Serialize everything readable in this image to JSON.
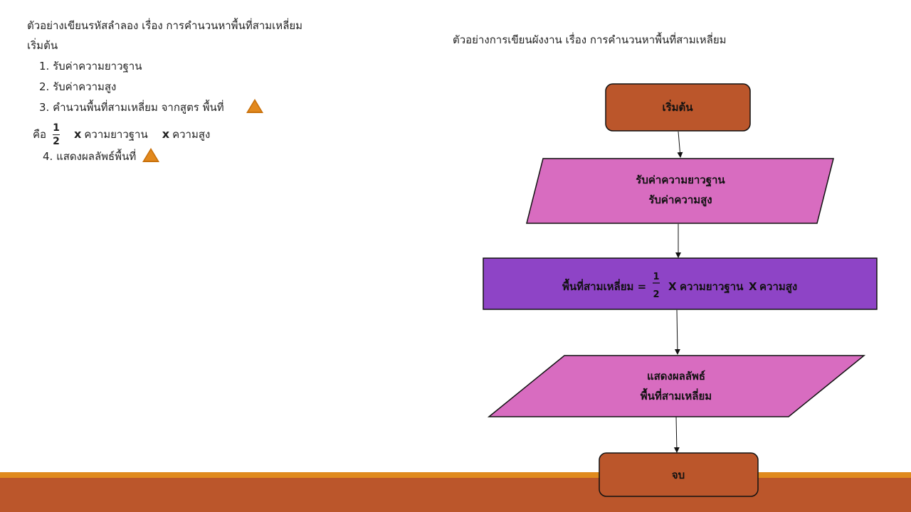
{
  "pseudocode": {
    "title": "ตัวอย่างเขียนรหัสลำลอง เรื่อง การคำนวนหาพื้นที่สามเหลี่ยม",
    "start": "เริ่มต้น",
    "step1": "1. รับค่าความยาวฐาน",
    "step2": "2. รับค่าความสูง",
    "step3": "3. คำนวนพื้นที่สามเหลี่ยม จากสูตร พื้นที่",
    "formula_prefix": "คือ",
    "frac_num": "1",
    "frac_den": "2",
    "times": "x",
    "base": "ความยาวฐาน",
    "height": "ความสูง",
    "step4": "4. แสดงผลลัพธ์พื้นที่"
  },
  "flowchart": {
    "title": "ตัวอย่างการเขียนผังงาน เรื่อง การคำนวนหาพื้นที่สามเหลี่ยม",
    "start_label": "เริ่มต้น",
    "input_line1": "รับค่าความยาวฐาน",
    "input_line2": "รับค่าความสูง",
    "process_prefix": "พื้นที่สามเหลี่ยม =",
    "process_num": "1",
    "process_den": "2",
    "process_x": "X",
    "process_base": "ความยาวฐาน",
    "process_height": "ความสูง",
    "output_line1": "แสดงผลลัพธ์",
    "output_line2": "พื้นที่สามเหลี่ยม",
    "end_label": "จบ"
  },
  "colors": {
    "terminal": "#bb562b",
    "io": "#d86cc0",
    "process": "#8e44c6",
    "accent": "#e08a1e",
    "footer": "#bb562b"
  },
  "icons": [
    "triangle-icon"
  ]
}
